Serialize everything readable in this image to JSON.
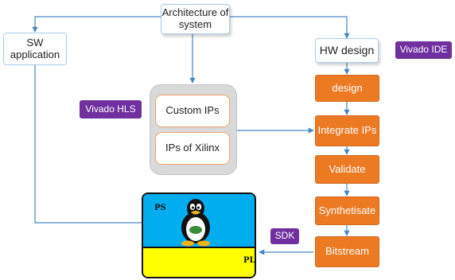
{
  "nodes": {
    "architecture": "Architecture of system",
    "sw_application": "SW application",
    "hw_design": "HW design",
    "custom_ips": "Custom IPs",
    "ips_of_xilinx": "IPs of Xilinx",
    "design": "design",
    "integrate_ips": "Integrate IPs",
    "validate": "Validate",
    "synthetisate": "Synthetisate",
    "bitstream": "Bitstream"
  },
  "tags": {
    "vivado_ide": "Vivado IDE",
    "vivado_hls": "Vivado HLS",
    "sdk": "SDK"
  },
  "board": {
    "ps_label": "PS",
    "pl_label": "PL"
  },
  "colors": {
    "orange": "#ec7a23",
    "purple": "#7030a0",
    "connector": "#4a86c5",
    "ps": "#00aeef",
    "pl": "#ffff00"
  },
  "icons": [
    "tux-penguin-icon"
  ]
}
